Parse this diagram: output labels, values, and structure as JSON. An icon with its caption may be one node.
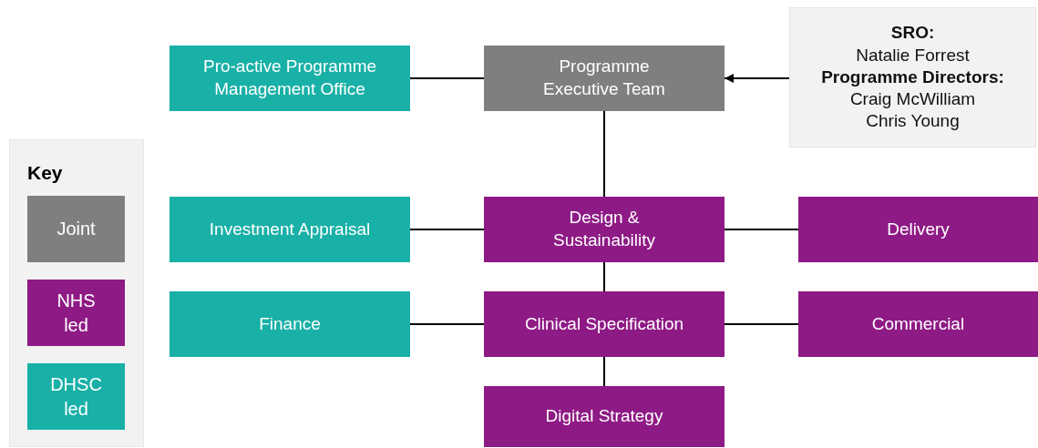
{
  "diagram": {
    "nodes": [
      {
        "text": [
          "Pro-active Programme Management Office"
        ]
      },
      {
        "text": [
          "Programme Executive Team"
        ]
      },
      {
        "text": [
          "SRO:",
          "Natalie Forrest",
          "Programme Directors:",
          "Craig McWilliam",
          "Chris Young"
        ]
      },
      {
        "text": [
          "Investment Appraisal"
        ]
      },
      {
        "text": [
          "Design & Sustainability"
        ]
      },
      {
        "text": [
          "Delivery"
        ]
      },
      {
        "text": [
          "Finance"
        ]
      },
      {
        "text": [
          "Clinical Specification"
        ]
      },
      {
        "text": [
          "Commercial"
        ]
      },
      {
        "text": [
          "Digital Strategy"
        ]
      }
    ],
    "edges": [
      {
        "from": 0,
        "to": 1,
        "arrow": "none"
      },
      {
        "from": 2,
        "to": 1,
        "arrow": "to"
      },
      {
        "from": 1,
        "to": 4,
        "arrow": "none"
      },
      {
        "from": 3,
        "to": 4,
        "arrow": "none"
      },
      {
        "from": 4,
        "to": 5,
        "arrow": "none"
      },
      {
        "from": 4,
        "to": 7,
        "arrow": "none"
      },
      {
        "from": 6,
        "to": 7,
        "arrow": "none"
      },
      {
        "from": 7,
        "to": 8,
        "arrow": "none"
      },
      {
        "from": 7,
        "to": 9,
        "arrow": "none"
      }
    ],
    "labels": [
      "Key"
    ],
    "legend": [
      {
        "text": "Joint",
        "color": "#7f7f7f"
      },
      {
        "text": "NHS led",
        "color": "#8e1a85"
      },
      {
        "text": "DHSC led",
        "color": "#19b0a7"
      }
    ]
  }
}
